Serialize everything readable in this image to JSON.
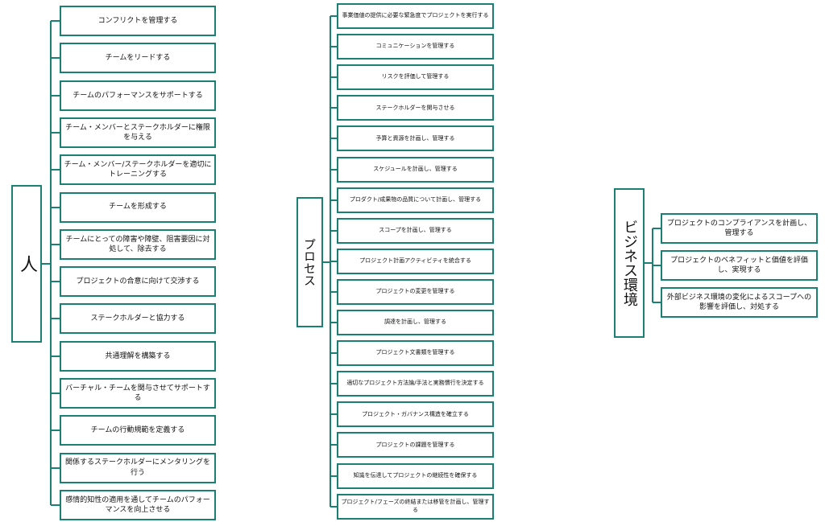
{
  "colors": {
    "stroke": "#1b7f72",
    "text": "#111111",
    "background": "#ffffff"
  },
  "categories": [
    {
      "label": "人",
      "items": [
        "コンフリクトを管理する",
        "チームをリードする",
        "チームのパフォーマンスをサポートする",
        "チーム・メンバーとステークホルダーに権限を与える",
        "チーム・メンバー/ステークホルダーを適切にトレーニングする",
        "チームを形成する",
        "チームにとっての障害や障壁、阻害要因に対処して、除去する",
        "プロジェクトの合意に向けて交渉する",
        "ステークホルダーと協力する",
        "共通理解を構築する",
        "バーチャル・チームを関与させてサポートする",
        "チームの行動規範を定義する",
        "関係するステークホルダーにメンタリングを行う",
        "感情的知性の適用を通してチームのパフォーマンスを向上させる"
      ]
    },
    {
      "label": "プロセス",
      "items": [
        "事業価値の提供に必要な緊急度でプロジェクトを実行する",
        "コミュニケーションを管理する",
        "リスクを評価して管理する",
        "ステークホルダーを関与させる",
        "予算と資源を計画し、管理する",
        "スケジュールを計画し、管理する",
        "プロダクト/成果物の品質について計画し、管理する",
        "スコープを計画し、管理する",
        "プロジェクト計画アクティビティを統合する",
        "プロジェクトの変更を管理する",
        "調達を計画し、管理する",
        "プロジェクト文書類を管理する",
        "適切なプロジェクト方法論/手法と実務慣行を決定する",
        "プロジェクト・ガバナンス構造を確立する",
        "プロジェクトの課題を管理する",
        "知識を伝達してプロジェクトの継続性を確保する",
        "プロジェクト/フェーズの終結または移管を計画し、管理する"
      ]
    },
    {
      "label": "ビジネス環境",
      "items": [
        "プロジェクトのコンプライアンスを計画し、管理する",
        "プロジェクトのベネフィットと価値を評価し、実現する",
        "外部ビジネス環境の変化によるスコープへの影響を評価し、対処する"
      ]
    }
  ]
}
